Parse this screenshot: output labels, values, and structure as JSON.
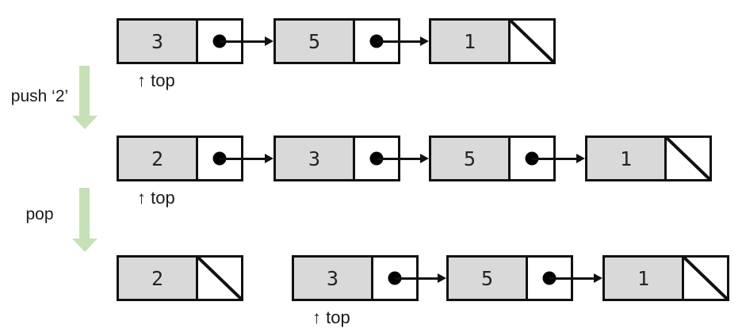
{
  "colors": {
    "background": "#ffffff",
    "node_fill": "#d9d9d9",
    "node_stroke": "#111111",
    "pointer_dot": "#000000",
    "op_arrow": "#c6e0b7",
    "text": "#1a1a1a"
  },
  "top_label": "↑ top",
  "operations": [
    {
      "label": "push ‘2’"
    },
    {
      "label": "pop"
    }
  ],
  "rows": [
    {
      "top_pointer_node": 0,
      "nodes": [
        {
          "value": "3",
          "is_null": false
        },
        {
          "value": "5",
          "is_null": false
        },
        {
          "value": "1",
          "is_null": true
        }
      ]
    },
    {
      "top_pointer_node": 0,
      "nodes": [
        {
          "value": "2",
          "is_null": false
        },
        {
          "value": "3",
          "is_null": false
        },
        {
          "value": "5",
          "is_null": false
        },
        {
          "value": "1",
          "is_null": true
        }
      ]
    },
    {
      "top_pointer_node": 1,
      "nodes": [
        {
          "value": "2",
          "is_null": true,
          "detached": true
        },
        {
          "value": "3",
          "is_null": false
        },
        {
          "value": "5",
          "is_null": false
        },
        {
          "value": "1",
          "is_null": true
        }
      ]
    }
  ]
}
